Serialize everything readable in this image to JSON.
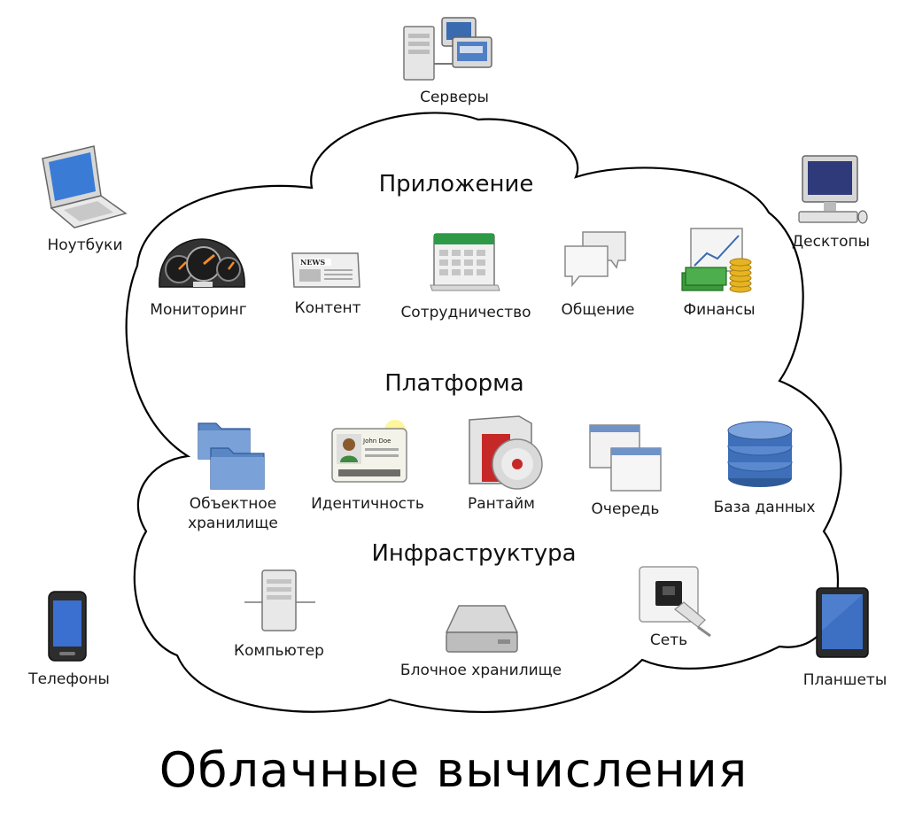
{
  "title": "Облачные вычисления",
  "clients": {
    "servers": "Серверы",
    "laptops": "Ноутбуки",
    "desktops": "Десктопы",
    "phones": "Телефоны",
    "tablets": "Планшеты"
  },
  "sections": {
    "application": {
      "heading": "Приложение",
      "items": [
        "Мониторинг",
        "Контент",
        "Сотрудничество",
        "Общение",
        "Финансы"
      ]
    },
    "platform": {
      "heading": "Платформа",
      "items": [
        "Объектное хранилище",
        "Идентичность",
        "Рантайм",
        "Очередь",
        "База данных"
      ]
    },
    "infrastructure": {
      "heading": "Инфраструктура",
      "items": [
        "Компьютер",
        "Блочное хранилище",
        "Сеть"
      ]
    }
  },
  "icon_text": {
    "news": "NEWS",
    "id_name": "John Doe"
  },
  "icons": [
    "server-icon",
    "laptop-icon",
    "desktop-icon",
    "phone-icon",
    "tablet-icon",
    "gauge-icon",
    "newspaper-icon",
    "calendar-icon",
    "chat-icon",
    "money-icon",
    "folder-icon",
    "id-card-icon",
    "runtime-icon",
    "queue-icon",
    "database-icon",
    "computer-icon",
    "hard-drive-icon",
    "network-icon"
  ],
  "colors": {
    "cloud_stroke": "#000000",
    "icon_blue": "#3a6ab0",
    "icon_grey": "#c8c8c8"
  }
}
